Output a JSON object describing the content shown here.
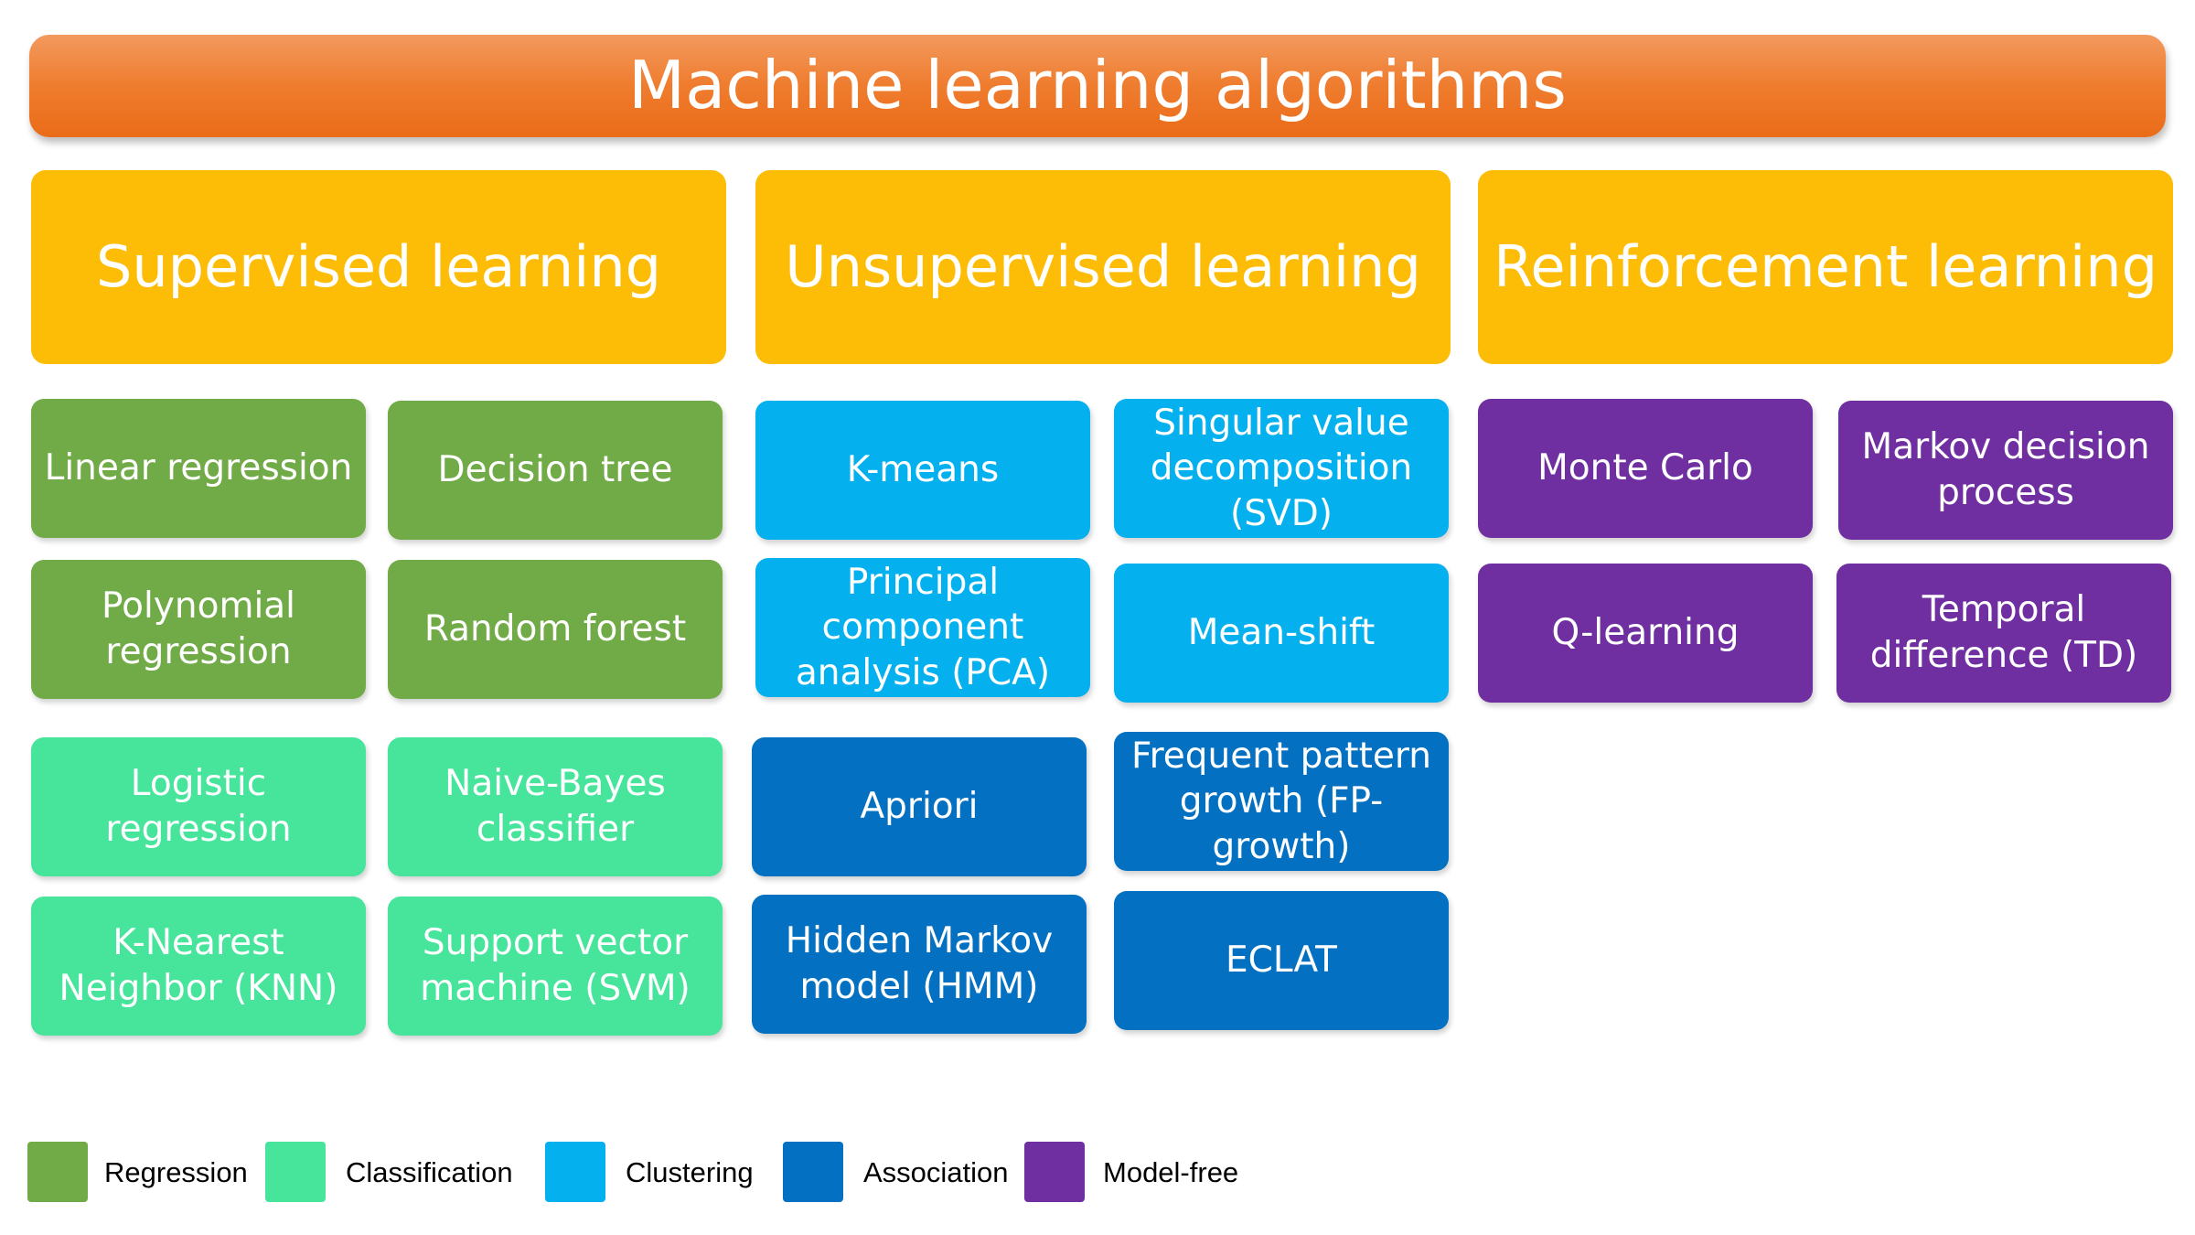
{
  "title": "Machine learning algorithms",
  "colors": {
    "header": "#ee7a28",
    "category": "#fdbd07",
    "regression": "#71ab47",
    "classification": "#47e49c",
    "clustering": "#05b0ef",
    "association": "#0370c1",
    "model_free": "#702fa0"
  },
  "categories": {
    "supervised": "Supervised learning",
    "unsupervised": "Unsupervised learning",
    "reinforcement": "Reinforcement learning"
  },
  "algorithms": {
    "supervised": {
      "linear_regression": "Linear regression",
      "decision_tree": "Decision tree",
      "polynomial_regression": "Polynomial regression",
      "random_forest": "Random forest",
      "logistic_regression": "Logistic regression",
      "naive_bayes": "Naive-Bayes classifier",
      "knn": "K-Nearest Neighbor (KNN)",
      "svm": "Support vector machine (SVM)"
    },
    "unsupervised": {
      "k_means": "K-means",
      "svd": "Singular value decomposition (SVD)",
      "pca": "Principal component analysis (PCA)",
      "mean_shift": "Mean-shift",
      "apriori": "Apriori",
      "fp_growth": "Frequent pattern growth (FP-growth)",
      "hmm": "Hidden Markov model (HMM)",
      "eclat": "ECLAT"
    },
    "reinforcement": {
      "monte_carlo": "Monte Carlo",
      "mdp": "Markov decision process",
      "q_learning": "Q-learning",
      "td": "Temporal difference (TD)"
    }
  },
  "legend": {
    "regression": "Regression",
    "classification": "Classification",
    "clustering": "Clustering",
    "association": "Association",
    "model_free": "Model-free"
  }
}
